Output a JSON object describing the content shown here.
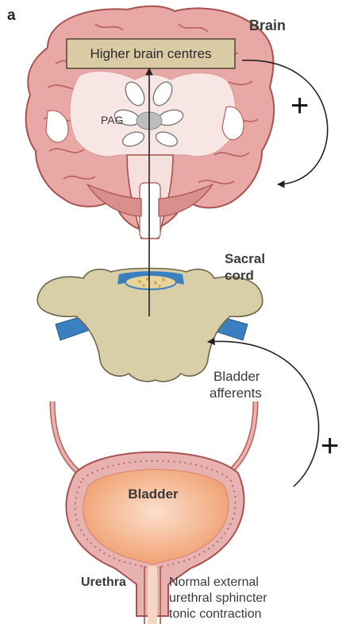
{
  "panel_label": "a",
  "labels": {
    "brain": "Brain",
    "higher_centres": "Higher brain centres",
    "pag": "PAG",
    "sacral_line1": "Sacral",
    "sacral_line2": "cord",
    "afferents_line1": "Bladder",
    "afferents_line2": "afferents",
    "bladder": "Bladder",
    "urethra": "Urethra",
    "sphincter_line1": "Normal external",
    "sphincter_line2": "urethral sphincter",
    "sphincter_line3": "tonic contraction",
    "plus_top": "+",
    "plus_bottom": "+"
  },
  "colors": {
    "brain_pink": "#e8a9a6",
    "brain_outline": "#a8524f",
    "brain_inner": "#f8e6e4",
    "box_fill": "#d9cba4",
    "cord_tan": "#d8cfa9",
    "nerve_blue": "#3a7fc0",
    "bladder_orange": "#f2a071",
    "bladder_wall": "#e7b2b0"
  }
}
